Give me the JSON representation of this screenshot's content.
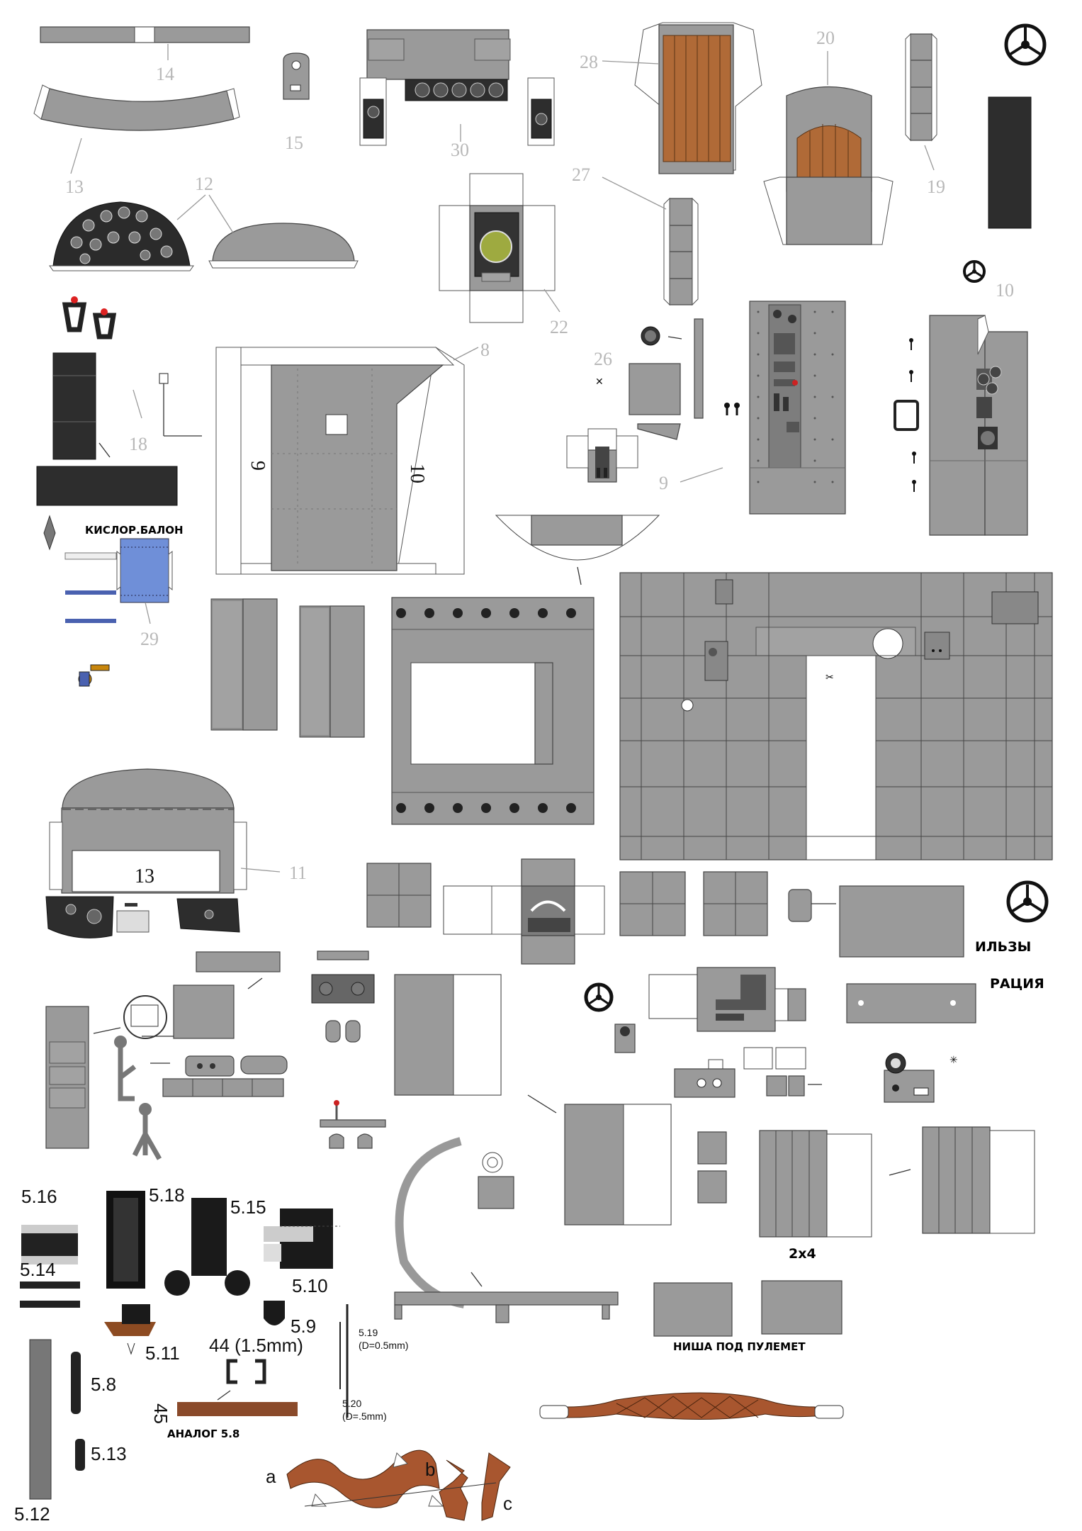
{
  "part_numbers": {
    "p14": "14",
    "p15": "15",
    "p30": "30",
    "p28": "28",
    "p20": "20",
    "p19": "19",
    "p13": "13",
    "p12": "12",
    "p27": "27",
    "p22": "22",
    "p10a": "10",
    "p8": "8",
    "p18": "18",
    "p26": "26",
    "p9": "9",
    "p29": "29",
    "p11": "11"
  },
  "panel_labels": {
    "left": "9",
    "right": "10",
    "panel13": "13"
  },
  "russian_labels": {
    "oxygen": "КИСЛОР.БАЛОН",
    "ilzy": "ИЛЬЗЫ",
    "radio": "РАЦИЯ",
    "mg_niche": "НИША ПОД ПУЛЕМЕТ",
    "analog": "АНАЛОГ 5.8"
  },
  "small_parts": {
    "p5_16": "5.16",
    "p5_18": "5.18",
    "p5_15": "5.15",
    "p5_14": "5.14",
    "p5_10": "5.10",
    "p5_9": "5.9",
    "p5_11": "5.11",
    "p5_8": "5.8",
    "p5_13": "5.13",
    "p5_12": "5.12",
    "p44": "44 (1.5mm)",
    "p45": "45",
    "p5_19a": "5.19",
    "p5_19b": "(D=0.5mm)",
    "p5_20a": "5.20",
    "p5_20b": "(D=.5mm)",
    "qty": "2x4",
    "a": "a",
    "b": "b",
    "c": "c"
  },
  "colors": {
    "panel_gray": "#9a9a9a",
    "wood": "#b06a37",
    "blue": "#6f8fd8",
    "dark": "#2d2d2d"
  }
}
